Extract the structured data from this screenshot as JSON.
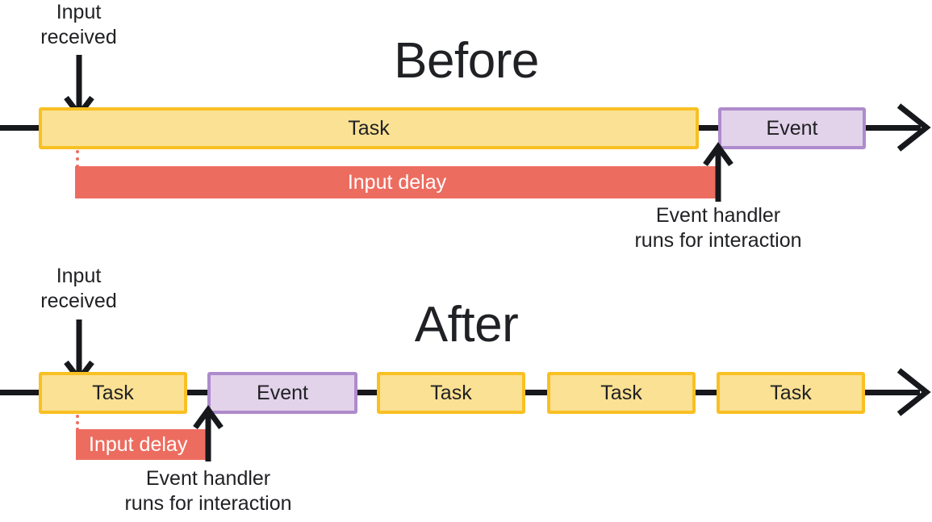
{
  "diagram": {
    "title_before": "Before",
    "title_after": "After",
    "labels": {
      "input_received": "Input\nreceived",
      "event_handler": "Event handler\nruns for interaction",
      "input_delay": "Input delay",
      "task": "Task",
      "event": "Event"
    },
    "colors": {
      "task_fill": "#FBE193",
      "task_border": "#F9C023",
      "event_fill": "#E2D2EA",
      "event_border": "#AE8BCC",
      "input_delay": "#EC6D60",
      "line": "#16181C",
      "text": "#202124",
      "dotted_guide": "#EC6D60"
    },
    "before": {
      "title": "Before",
      "input_received_label": "Input\nreceived",
      "input_delay_label": "Input delay",
      "event_handler_label": "Event handler\nruns for interaction",
      "blocks": [
        {
          "type": "task",
          "label": "Task"
        },
        {
          "type": "event",
          "label": "Event"
        }
      ]
    },
    "after": {
      "title": "After",
      "input_received_label": "Input\nreceived",
      "input_delay_label": "Input delay",
      "event_handler_label": "Event handler\nruns for interaction",
      "blocks": [
        {
          "type": "task",
          "label": "Task"
        },
        {
          "type": "event",
          "label": "Event"
        },
        {
          "type": "task",
          "label": "Task"
        },
        {
          "type": "task",
          "label": "Task"
        },
        {
          "type": "task",
          "label": "Task"
        }
      ]
    }
  }
}
